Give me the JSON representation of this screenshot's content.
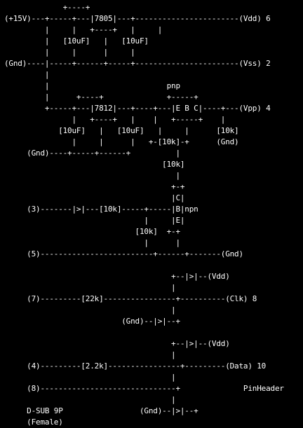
{
  "colors": {
    "background": "#000000",
    "foreground": "#ffffff"
  },
  "diagram": {
    "lines": [
      "             +----+",
      "(+15V)---+-----+---|7805|---+-----------------------(Vdd) 6",
      "         |     |   +----+   |     |",
      "         |   [10uF]   |   [10uF]",
      "         |     |      |     |",
      "(Gnd)----|-----+------+-----+-----------------------(Vss) 2",
      "         |",
      "         |                          pnp",
      "         |      +----+              +-----+",
      "         +-----+---|7812|---+----+---|E B C|----+---(Vpp) 4",
      "               |   +----+   |    |   +-----+    |",
      "            [10uF]   |   [10uF]   |     |      [10k]",
      "               |     |      |   +-[10k]-+      (Gnd)",
      "     (Gnd)----+-----+------+          |",
      "                                   [10k]",
      "                                      |",
      "                                     +-+",
      "                                     |C|",
      "     (3)-------|>|---[10k]-----+-----|B|npn",
      "                               |     |E|",
      "                             [10k]  +-+",
      "                               |      |",
      "     (5)-------------------------+------+-------(Gnd)",
      "",
      "                                     +--|>|--(Vdd)",
      "                                     |",
      "     (7)---------[22k]----------------+----------(Clk) 8",
      "                                     |",
      "                          (Gnd)--|>|--+",
      "",
      "                                     +--|>|--(Vdd)",
      "                                     |",
      "     (4)---------[2.2k]----------------+---------(Data) 10",
      "                                     |",
      "     (8)------------------------------+              PinHeader",
      "                                     |",
      "     D-SUB 9P                 (Gnd)--|>|--+",
      "     (Female)"
    ]
  }
}
